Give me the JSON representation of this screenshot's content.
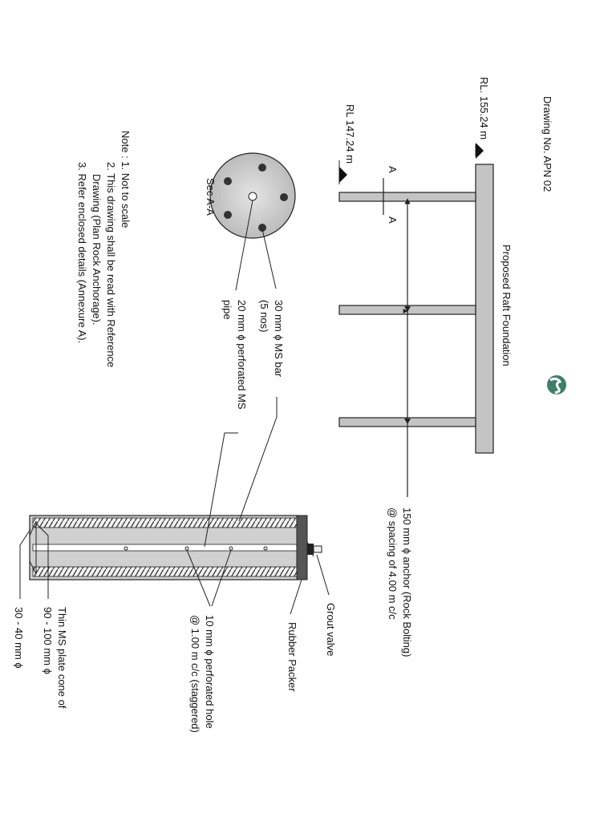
{
  "drawing_no": "Drawing No. APN 02",
  "title": "Proposed Raft Foundation",
  "levels": {
    "top": "RL. 155.24 m",
    "bottom": "RL 147.24 m"
  },
  "section_mark": "A",
  "anchor_label": [
    "150 mm ϕ anchor (Rock Bolting)",
    "@ spacing of 4.00 m c/c"
  ],
  "section": {
    "title": "Sec A-A",
    "bar_label": [
      "30 mm ϕ MS bar",
      "(5 nos)"
    ],
    "pipe_label": [
      "20 mm ϕ perforated MS",
      "pipe"
    ]
  },
  "detail": {
    "grout_valve": "Grout valve",
    "rubber_packer": "Rubber Packer",
    "hole_label": [
      "10 mm ϕ perforated hole",
      "@ 1.00 m c/c (staggered)"
    ],
    "cone_label": [
      "Thin MS plate cone of",
      "90 - 100 mm ϕ"
    ],
    "tip_label": "30 - 40 mm ϕ"
  },
  "notes": [
    "Note : 1. Not to scale",
    "2. This drawing shall be read with Reference",
    "Drawing (Plan Rock Anchorage).",
    "3. Refer enclosed details (Annexure A)."
  ],
  "colors": {
    "concrete": "#c4c4c4",
    "packer": "#555555",
    "line": "#222222"
  }
}
